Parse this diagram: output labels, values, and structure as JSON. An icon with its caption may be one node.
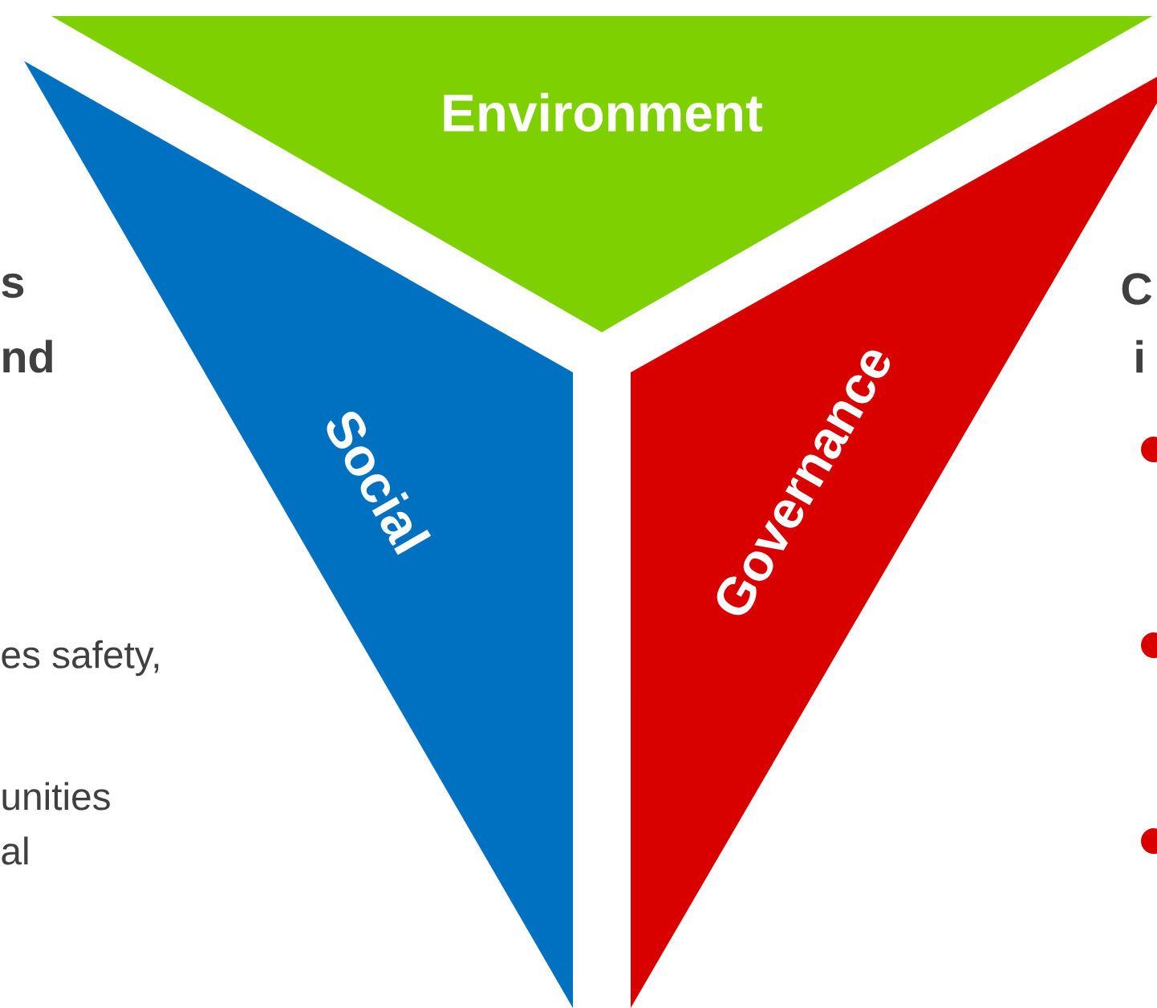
{
  "diagram": {
    "nodes": [
      {
        "text": [
          "Environment"
        ]
      },
      {
        "text": [
          "Social"
        ]
      },
      {
        "text": [
          "Governance"
        ]
      }
    ],
    "labels": [
      "s",
      "nd",
      "es safety,",
      "unities",
      "al",
      "C",
      "i"
    ]
  }
}
